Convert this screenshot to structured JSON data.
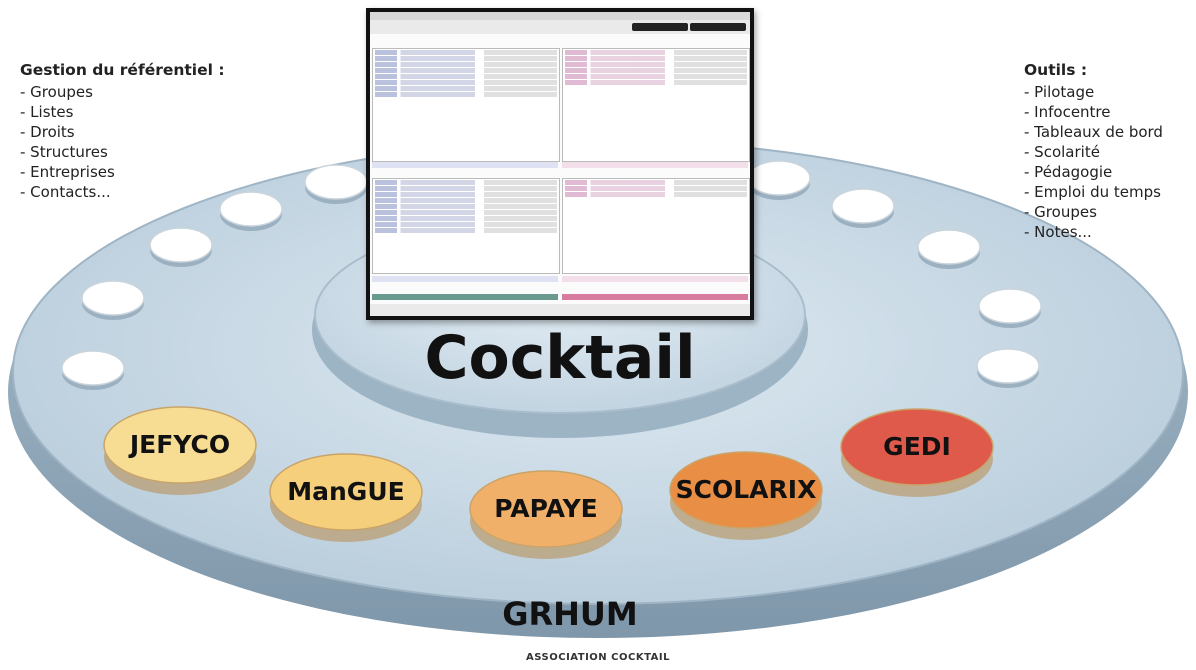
{
  "left_panel": {
    "title": "Gestion du référentiel :",
    "items": [
      "- Groupes",
      "- Listes",
      "- Droits",
      "- Structures",
      "- Entreprises",
      "- Contacts..."
    ]
  },
  "right_panel": {
    "title": "Outils :",
    "items": [
      "- Pilotage",
      "- Infocentre",
      "- Tableaux de bord",
      "- Scolarité",
      "- Pédagogie",
      "- Emploi du temps",
      "- Groupes",
      "- Notes..."
    ]
  },
  "center_label": "Cocktail",
  "base_label": "GRHUM",
  "modules": [
    {
      "name": "JEFYCO",
      "color": "#f7dc93"
    },
    {
      "name": "ManGUE",
      "color": "#f6cf7d"
    },
    {
      "name": "PAPAYE",
      "color": "#f1b06a"
    },
    {
      "name": "SCOLARIX",
      "color": "#e98e45"
    },
    {
      "name": "GEDI",
      "color": "#e05a4c"
    }
  ],
  "footer": "ASSOCIATION COCKTAIL",
  "colors": {
    "disc": "#c9dbe7",
    "disc_edge": "#8aa3b5",
    "slot": "#ffffff"
  }
}
